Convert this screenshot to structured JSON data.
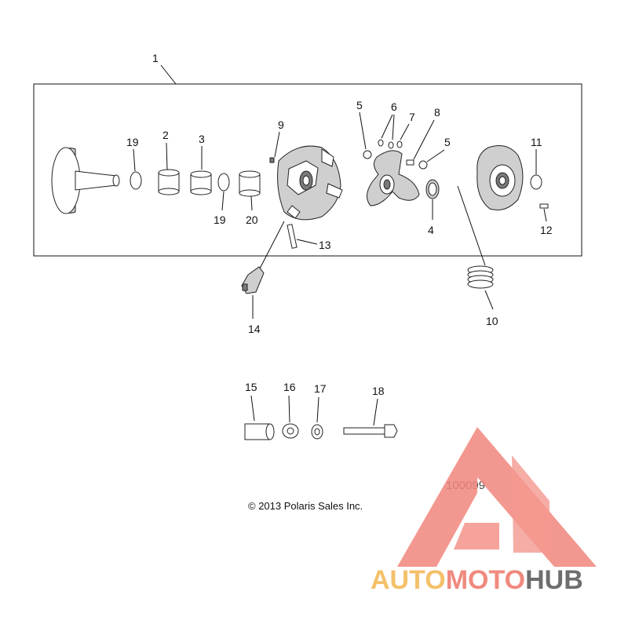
{
  "diagram": {
    "callouts": {
      "c1": "1",
      "c2": "2",
      "c3": "3",
      "c4": "4",
      "c5a": "5",
      "c5b": "5",
      "c6": "6",
      "c7": "7",
      "c8": "8",
      "c9": "9",
      "c10": "10",
      "c11": "11",
      "c12": "12",
      "c13": "13",
      "c14": "14",
      "c15": "15",
      "c16": "16",
      "c17": "17",
      "c18": "18",
      "c19a": "19",
      "c19b": "19",
      "c20": "20"
    },
    "diagram_code": "100099",
    "copyright": "© 2013 Polaris Sales Inc."
  },
  "watermark": {
    "word_1": "AUTO",
    "word_2": "MOTO",
    "word_3": "HUB",
    "colors": {
      "auto": "#f4c06a",
      "moto": "#f08a7e",
      "hub": "#6e6e6e",
      "logo": "#f2877d"
    }
  }
}
